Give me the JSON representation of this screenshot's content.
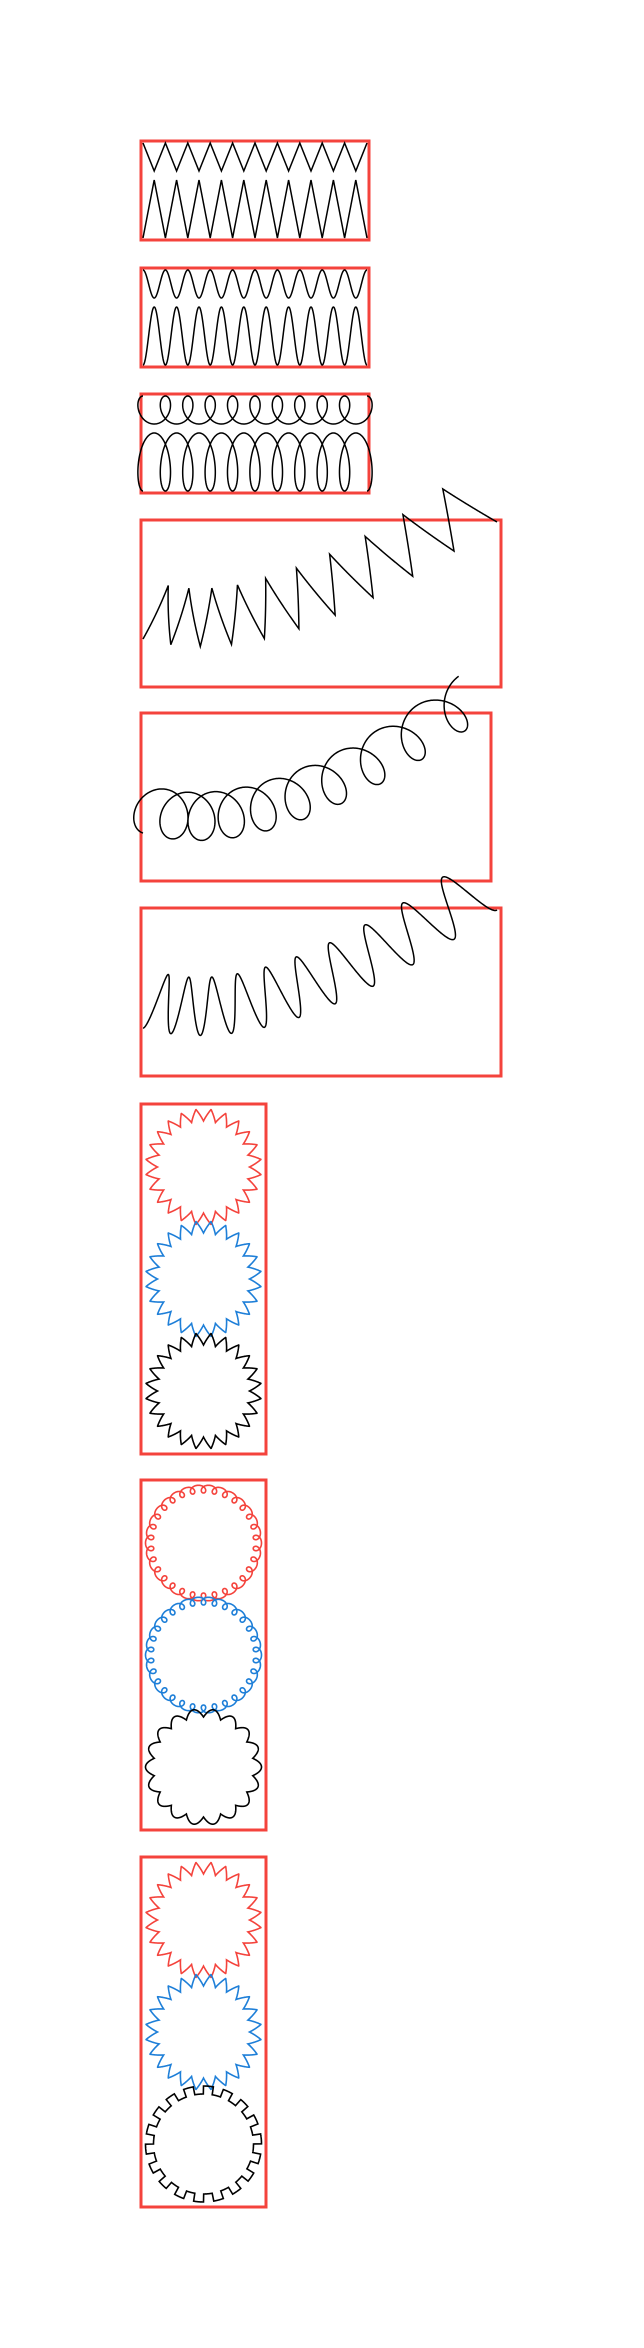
{
  "colors": {
    "frame": "#f4433c",
    "black": "#000000",
    "red": "#f4433c",
    "blue": "#1e7fd8"
  },
  "panels": [
    {
      "id": "straight-zigzag",
      "pattern": "zigzag",
      "path": "straight-double"
    },
    {
      "id": "straight-sine",
      "pattern": "sine",
      "path": "straight-double"
    },
    {
      "id": "straight-coil",
      "pattern": "coil",
      "path": "straight-double"
    },
    {
      "id": "arc-zigzag",
      "pattern": "zigzag",
      "path": "arc"
    },
    {
      "id": "arc-coil",
      "pattern": "coil",
      "path": "arc"
    },
    {
      "id": "arc-sine",
      "pattern": "sine",
      "path": "arc"
    },
    {
      "id": "circles-zigzag",
      "path": "circles",
      "circles": [
        {
          "pattern": "zigzag",
          "color": "red"
        },
        {
          "pattern": "zigzag",
          "color": "blue"
        },
        {
          "pattern": "zigzag",
          "color": "black"
        }
      ]
    },
    {
      "id": "circles-coil",
      "path": "circles",
      "circles": [
        {
          "pattern": "coil",
          "color": "red"
        },
        {
          "pattern": "coil",
          "color": "blue"
        },
        {
          "pattern": "sine-arches",
          "color": "black"
        }
      ]
    },
    {
      "id": "circles-mixed",
      "path": "circles",
      "circles": [
        {
          "pattern": "zigzag",
          "color": "red"
        },
        {
          "pattern": "zigzag",
          "color": "blue"
        },
        {
          "pattern": "square-wave",
          "color": "black"
        }
      ]
    }
  ]
}
